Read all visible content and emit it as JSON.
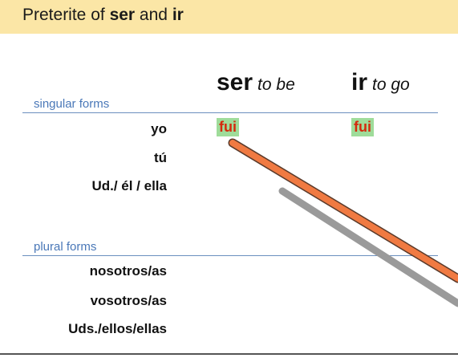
{
  "banner": {
    "prefix": "Preterite of ",
    "verb1": "ser",
    "conj": " and ",
    "verb2": "ir"
  },
  "columns": {
    "ser": {
      "verb": "ser",
      "gloss": "to be"
    },
    "ir": {
      "verb": "ir",
      "gloss": "to go"
    }
  },
  "sections": {
    "singular": "singular forms",
    "plural": "plural forms"
  },
  "pronouns": {
    "yo": "yo",
    "tu": "tú",
    "ud": "Ud./ él / ella",
    "nosotros": "nosotros/as",
    "vosotros": "vosotros/as",
    "uds": "Uds./ellos/ellas"
  },
  "forms": {
    "yo_ser": "fui",
    "yo_ir": "fui"
  },
  "colors": {
    "banner": "#fbe6a6",
    "section_label": "#4a78b8",
    "form_text": "#d42a0e",
    "form_highlight": "#9fdc9a",
    "pen_stroke": "#f07a42",
    "pen_shadow": "#9a9a9a"
  }
}
